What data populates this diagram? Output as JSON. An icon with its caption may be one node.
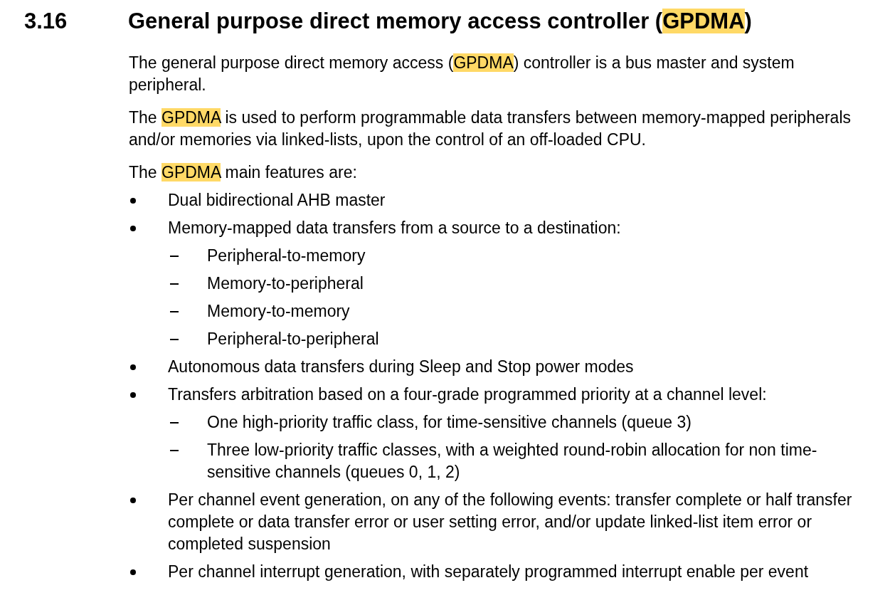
{
  "diagram": {
    "title": "General purpose direct memory access controller (**GPDMA**)",
    "labels": [
      "3.16",
      "The general purpose direct memory access (**GPDMA**) controller is a bus master and system peripheral.",
      "The **GPDMA** is used to perform programmable data transfers between memory-mapped peripherals and/or memories via linked-lists, upon the control of an off-loaded CPU.",
      "The **GPDMA** main features are:",
      "Dual bidirectional AHB master",
      "Memory-mapped data transfers from a source to a destination:",
      "Peripheral-to-memory",
      "Memory-to-peripheral",
      "Memory-to-memory",
      "Peripheral-to-peripheral",
      "Autonomous data transfers during Sleep and Stop power modes",
      "Transfers arbitration based on a four-grade programmed priority at a channel level:",
      "One high-priority traffic class, for time-sensitive channels (queue 3)",
      "Three low-priority traffic classes, with a weighted round-robin allocation for non time-sensitive channels (queues 0, 1, 2)",
      "Per channel event generation, on any of the following events: transfer complete or half transfer complete or data transfer error or user setting error, and/or update linked-list item error or completed suspension",
      "Per channel interrupt generation, with separately programmed interrupt enable per event"
    ]
  }
}
